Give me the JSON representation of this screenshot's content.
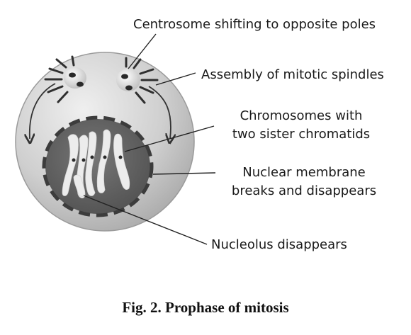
{
  "labels": {
    "centrosome": "Centrosome shifting to opposite poles",
    "spindles": "Assembly of mitotic spindles",
    "chromosomes_line1": "Chromosomes with",
    "chromosomes_line2": "two sister chromatids",
    "membrane_line1": "Nuclear membrane",
    "membrane_line2": "breaks and disappears",
    "nucleolus": "Nucleolus disappears"
  },
  "caption": "Fig. 2. Prophase of mitosis",
  "colors": {
    "cell_fill": "#c9c9c9",
    "nucleus_fill": "#5e5e5e",
    "membrane_dash": "#3c3c3c",
    "chromosome_fill": "#ececec",
    "leader_line": "#222222"
  }
}
